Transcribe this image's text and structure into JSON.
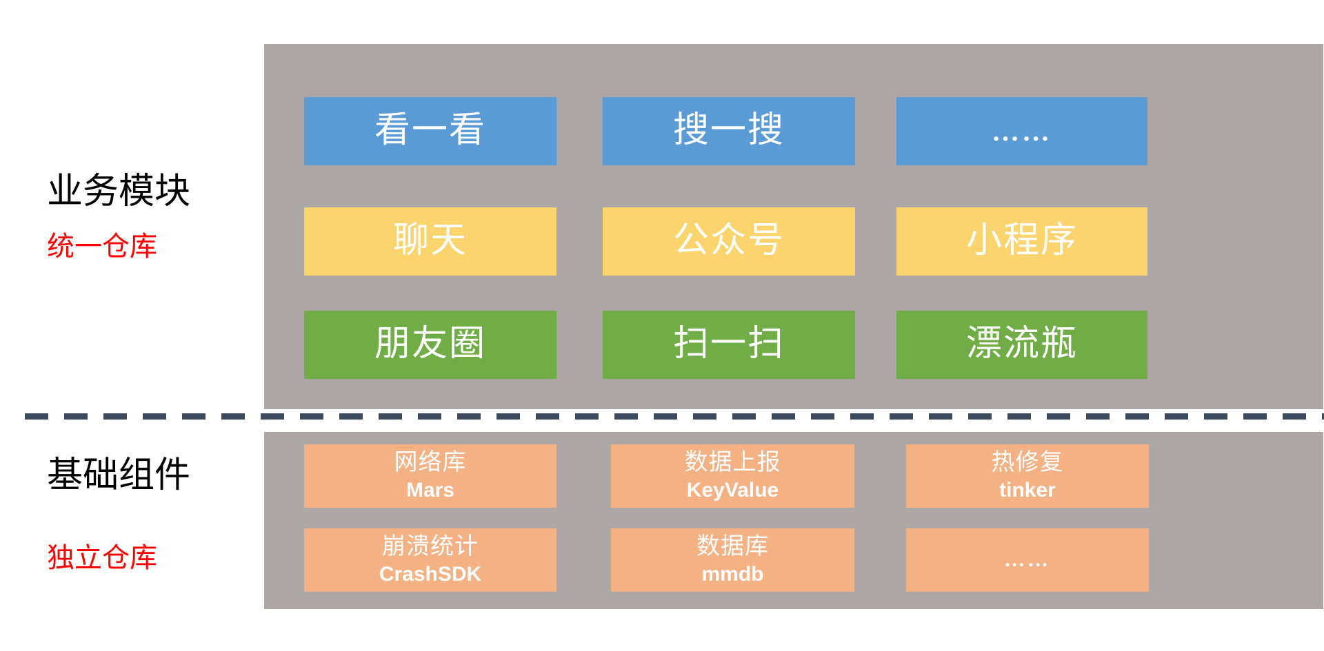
{
  "colors": {
    "panel_gray": "#ACA7A4",
    "blue": "#5B9BD5",
    "yellow": "#FBD46E",
    "green": "#70AD47",
    "orange": "#F4B183",
    "divider": "#3C4A5C",
    "label_black": "#000000",
    "label_red": "#FF0000",
    "box_text": "#FFFFFF",
    "background": "#FFFFFF"
  },
  "sections": [
    {
      "id": "business",
      "title": "业务模块",
      "subtitle": "统一仓库",
      "rows": [
        {
          "color_key": "blue",
          "boxes": [
            {
              "cn": "看一看",
              "en": ""
            },
            {
              "cn": "搜一搜",
              "en": ""
            },
            {
              "cn": "……",
              "en": ""
            }
          ]
        },
        {
          "color_key": "yellow",
          "boxes": [
            {
              "cn": "聊天",
              "en": ""
            },
            {
              "cn": "公众号",
              "en": ""
            },
            {
              "cn": "小程序",
              "en": ""
            }
          ]
        },
        {
          "color_key": "green",
          "boxes": [
            {
              "cn": "朋友圈",
              "en": ""
            },
            {
              "cn": "扫一扫",
              "en": ""
            },
            {
              "cn": "漂流瓶",
              "en": ""
            }
          ]
        }
      ]
    },
    {
      "id": "base",
      "title": "基础组件",
      "subtitle": "独立仓库",
      "rows": [
        {
          "color_key": "orange",
          "boxes": [
            {
              "cn": "网络库",
              "en": "Mars"
            },
            {
              "cn": "数据上报",
              "en": "KeyValue"
            },
            {
              "cn": "热修复",
              "en": "tinker"
            }
          ]
        },
        {
          "color_key": "orange",
          "boxes": [
            {
              "cn": "崩溃统计",
              "en": "CrashSDK"
            },
            {
              "cn": "数据库",
              "en": "mmdb"
            },
            {
              "cn": "……",
              "en": ""
            }
          ]
        }
      ]
    }
  ]
}
